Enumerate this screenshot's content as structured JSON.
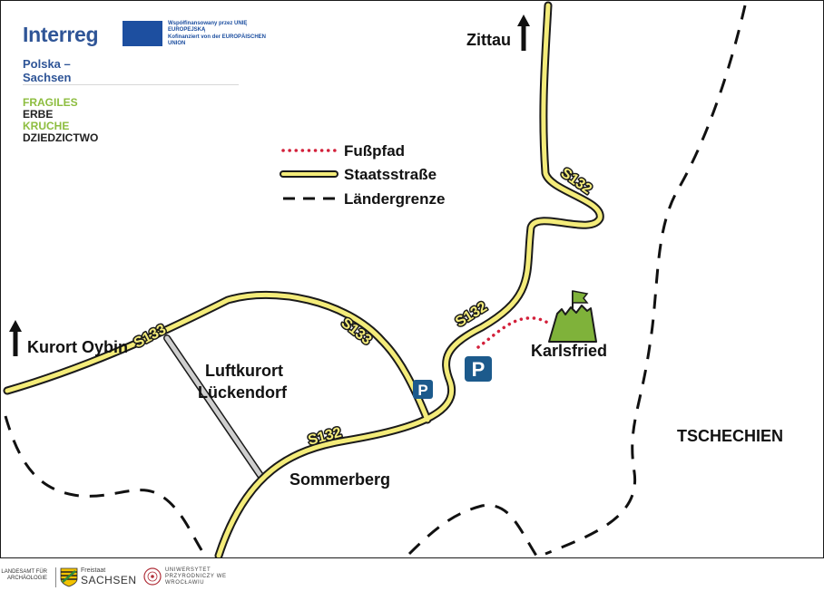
{
  "header": {
    "interreg": "Interreg",
    "eu_line_pl": "Współfinansowany przez UNIĘ EUROPEJSKĄ",
    "eu_line_de": "Kofinanziert von der EUROPÄISCHEN UNION",
    "programme": "Polska – Sachsen",
    "project_fragiles": "FRAGILES",
    "project_erbe": "ERBE",
    "project_kruche": "KRUCHE",
    "project_dziedzictwo": "DZIEDZICTWO"
  },
  "legend": {
    "footpath": "Fußpfad",
    "state_road": "Staatsstraße",
    "border": "Ländergrenze"
  },
  "map": {
    "zittau": "Zittau",
    "kurort_oybin": "Kurort Oybin",
    "luftkurort": "Luftkurort",
    "lueckendorf": "Lückendorf",
    "sommerberg": "Sommerberg",
    "karlsfried": "Karlsfried",
    "tschechien": "TSCHECHIEN",
    "road_s132": "S132",
    "road_s133": "S133",
    "parking": "P"
  },
  "footer": {
    "landesamt": "LANDESAMT FÜR ARCHÄOLOGIE",
    "freistaat": "Freistaat",
    "sachsen": "SACHSEN",
    "university": "UNIWERSYTET PRZYRODNICZY WE WROCŁAWIU"
  },
  "colors": {
    "road_fill": "#f4ec7a",
    "road_outline": "#1a1a1a",
    "footpath": "#d3203a",
    "parking": "#1c5a8c",
    "castle": "#7fb23a",
    "interreg_blue": "#2f5597",
    "fragile_green": "#8dbd3f"
  }
}
